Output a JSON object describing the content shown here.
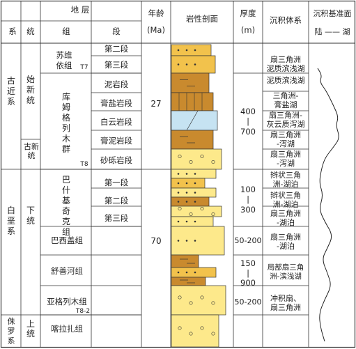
{
  "header": {
    "stratum": "地          层",
    "system": "系",
    "series": "统",
    "group": "组",
    "member": "段",
    "age_title": "年龄",
    "age_unit": "(Ma)",
    "lithology": "岩性剖面",
    "thickness_title": "厚度",
    "thickness_unit": "(m)",
    "sedimentary": "沉积体系",
    "baselevel_title": "沉积基准面",
    "baselevel_scale": "陆 —— 湖"
  },
  "systems": [
    {
      "label": "古近系"
    },
    {
      "label": "白垩系"
    },
    {
      "label": "侏罗系"
    }
  ],
  "series": [
    {
      "label": "始新统"
    },
    {
      "label": "古新统"
    },
    {
      "label": "下统"
    },
    {
      "label": "上统"
    }
  ],
  "groups": [
    {
      "label": "苏维依组",
      "boundary": "T7"
    },
    {
      "label": "库姆格列木群",
      "boundary": "T8"
    },
    {
      "label": "巴什基奇克组"
    },
    {
      "label": "巴西盖组"
    },
    {
      "label": "舒善河组"
    },
    {
      "label": "亚格列木组",
      "boundary": "T8-2"
    },
    {
      "label": "喀拉扎组"
    }
  ],
  "members": [
    {
      "label": "第二段"
    },
    {
      "label": "第三段"
    },
    {
      "label": "泥岩段"
    },
    {
      "label": "膏盐岩段"
    },
    {
      "label": "白云岩段"
    },
    {
      "label": "膏泥岩段"
    },
    {
      "label": "砂砾岩段"
    },
    {
      "label": "第一段"
    },
    {
      "label": "第二段"
    },
    {
      "label": "第三段"
    }
  ],
  "ages": [
    "27",
    "70"
  ],
  "thickness": [
    {
      "top": "400",
      "dash": "|",
      "bottom": "700"
    },
    {
      "top": "100",
      "dash": "|",
      "bottom": "300"
    },
    {
      "single": "50-200"
    },
    {
      "top": "150",
      "dash": "|",
      "bottom": "900"
    },
    {
      "single": "50-200"
    }
  ],
  "sedimentary_systems": [
    {
      "lines": [
        "扇三角洲",
        "泥质滨浅湖"
      ]
    },
    {
      "lines": [
        "泥质滨浅湖"
      ]
    },
    {
      "lines": [
        "三角洲-",
        "膏盐湖"
      ]
    },
    {
      "lines": [
        "扇三角洲-",
        "灰云质泻湖"
      ]
    },
    {
      "lines": [
        "扇三角洲",
        "-泻湖"
      ]
    },
    {
      "lines": [
        "扇三角洲",
        "-泻湖"
      ]
    },
    {
      "lines": [
        "辫状三角",
        "洲-湖泊"
      ]
    },
    {
      "lines": [
        "辫状三角",
        "洲-湖泊"
      ]
    },
    {
      "lines": [
        "扇三角洲",
        "-湖泊"
      ]
    },
    {
      "lines": [
        "扇三角洲",
        "-湖泊"
      ]
    },
    {
      "lines": [
        "局部扇三角",
        "洲-滨浅湖"
      ]
    },
    {
      "lines": [
        "冲积扇、",
        "扇三角洲"
      ]
    }
  ],
  "colors": {
    "line": "#333333",
    "yellow": "#fde98b",
    "orange": "#f2c24c",
    "brown": "#c98a2e",
    "blue": "#c6e3f2"
  }
}
